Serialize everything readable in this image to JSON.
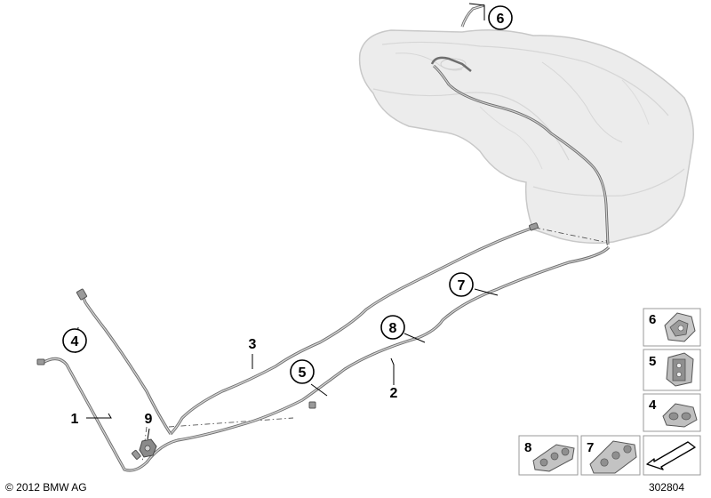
{
  "diagram": {
    "callouts": [
      {
        "id": "6",
        "label": "6"
      },
      {
        "id": "7",
        "label": "7"
      },
      {
        "id": "8",
        "label": "8"
      },
      {
        "id": "5",
        "label": "5"
      },
      {
        "id": "4",
        "label": "4"
      }
    ],
    "labels": [
      {
        "id": "1",
        "label": "1"
      },
      {
        "id": "2",
        "label": "2"
      },
      {
        "id": "3",
        "label": "3"
      },
      {
        "id": "9",
        "label": "9"
      }
    ],
    "legend_boxes": [
      {
        "id": "6",
        "label": "6"
      },
      {
        "id": "5",
        "label": "5"
      },
      {
        "id": "4",
        "label": "4"
      },
      {
        "id": "8",
        "label": "8"
      },
      {
        "id": "7",
        "label": "7"
      }
    ]
  },
  "footer": {
    "copyright": "© 2012 BMW AG",
    "document_number": "302804"
  },
  "colors": {
    "tank_fill": "#ececec",
    "tank_stroke": "#c8c8c8",
    "line_stroke": "#6e6e6e",
    "line_fill": "#b8b8b8",
    "callout_circle": "#000000",
    "legend_border": "#999999"
  }
}
